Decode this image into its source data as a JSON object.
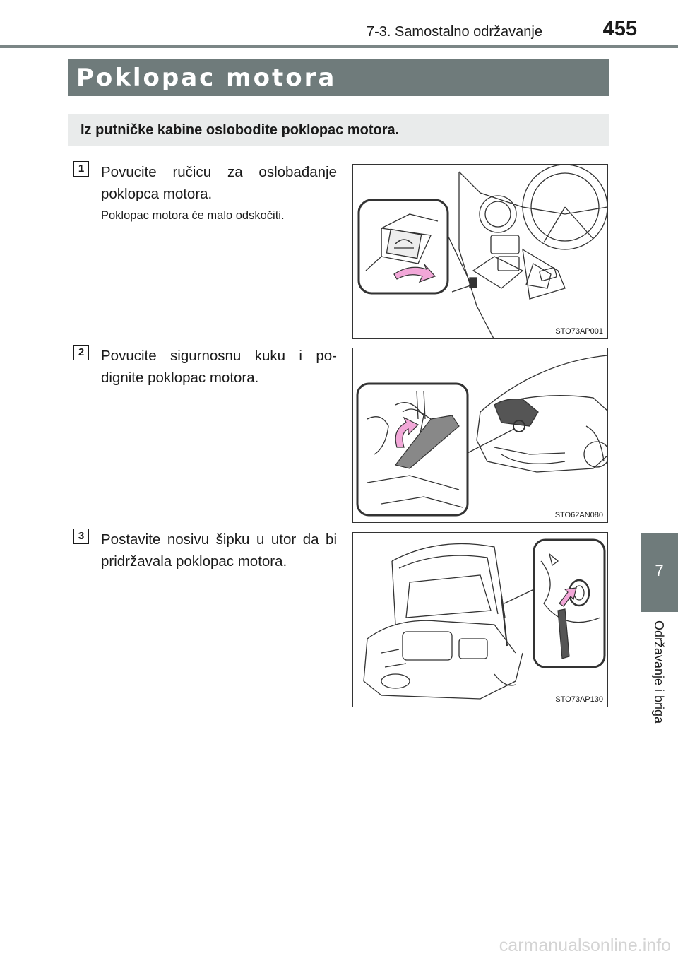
{
  "header": {
    "section": "7-3. Samostalno održavanje",
    "page_number": "455"
  },
  "title": "Poklopac motora",
  "intro": "Iz putničke kabine oslobodite poklopac motora.",
  "steps": [
    {
      "number": "1",
      "text": "Povucite ručicu za oslobađanje poklopca motora.",
      "note": "Poklopac motora će malo odskočiti.",
      "figure_code": "STO73AP001",
      "figure_icon": "hood-release-lever-illustration"
    },
    {
      "number": "2",
      "text": "Povucite sigurnosnu kuku i po-dignite poklopac motora.",
      "figure_code": "STO62AN080",
      "figure_icon": "safety-catch-illustration"
    },
    {
      "number": "3",
      "text": "Postavite nosivu šipku u utor da bi pridržavala poklopac motora.",
      "figure_code": "STO73AP130",
      "figure_icon": "support-rod-illustration"
    }
  ],
  "side_tab": {
    "number": "7",
    "label": "Održavanje i briga"
  },
  "watermark": "carmanualsonline.info",
  "colors": {
    "title_bar": "#6f7b7b",
    "intro_box": "#e9ebeb",
    "arrow_pink": "#f2a7d8",
    "side_tab": "#6f7b7b"
  }
}
